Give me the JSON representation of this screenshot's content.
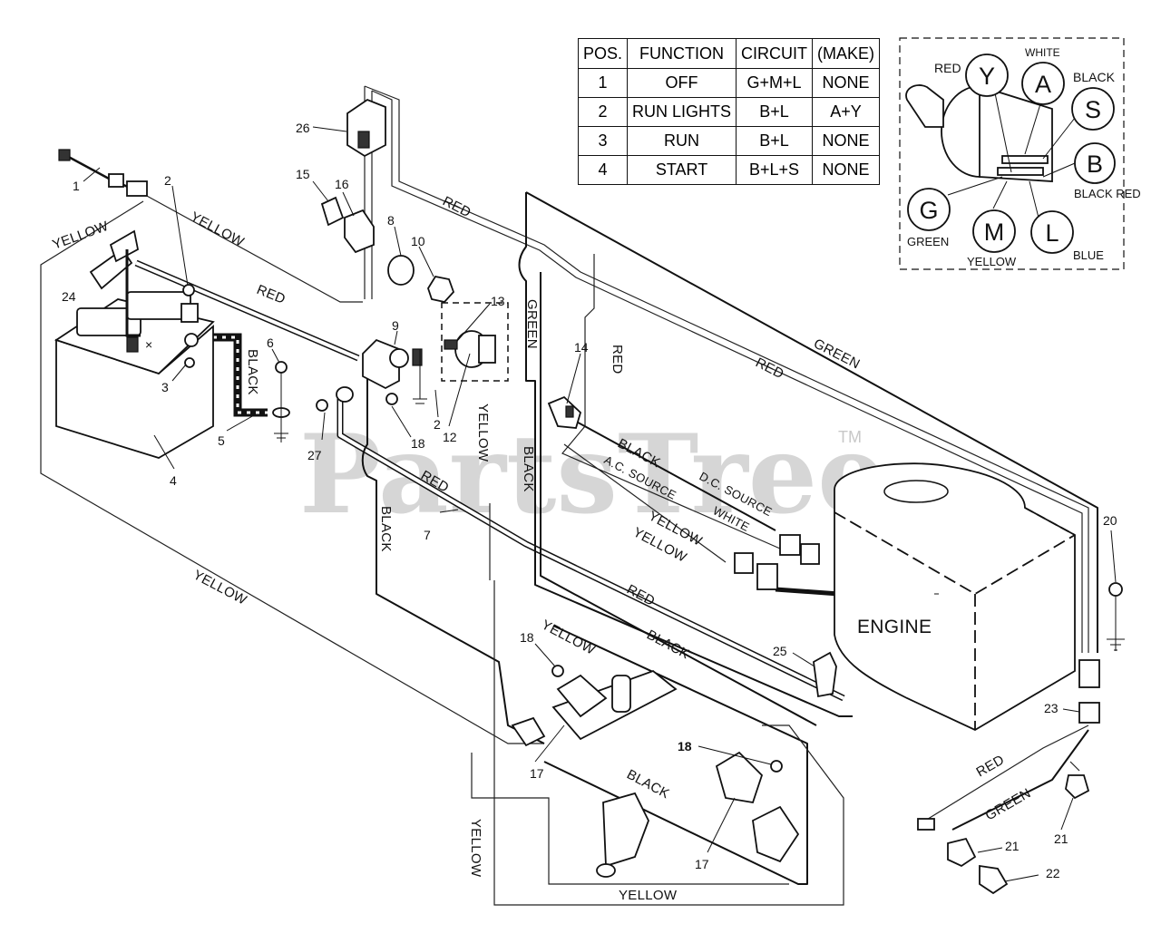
{
  "watermark": "PartsTree",
  "trademark": "TM",
  "switch_table": {
    "headers": [
      "POS.",
      "FUNCTION",
      "CIRCUIT",
      "(MAKE)"
    ],
    "rows": [
      [
        "1",
        "OFF",
        "G+M+L",
        "NONE"
      ],
      [
        "2",
        "RUN LIGHTS",
        "B+L",
        "A+Y"
      ],
      [
        "3",
        "RUN",
        "B+L",
        "NONE"
      ],
      [
        "4",
        "START",
        "B+L+S",
        "NONE"
      ]
    ]
  },
  "switch_terminals": {
    "Y": {
      "letter": "Y",
      "color": "RED"
    },
    "A": {
      "letter": "A",
      "color": "WHITE"
    },
    "S": {
      "letter": "S",
      "color": "BLACK"
    },
    "B": {
      "letter": "B",
      "color": "BLACK RED"
    },
    "G": {
      "letter": "G",
      "color": "GREEN"
    },
    "M": {
      "letter": "M",
      "color": "YELLOW"
    },
    "L": {
      "letter": "L",
      "color": "BLUE"
    }
  },
  "wire_labels": {
    "yellow": "YELLOW",
    "red": "RED",
    "black": "BLACK",
    "green": "GREEN",
    "white": "WHITE",
    "ac_source": "A.C. SOURCE",
    "dc_source": "D.C. SOURCE"
  },
  "engine_label": "ENGINE",
  "part_numbers": {
    "p1": "1",
    "p2": "2",
    "p3": "3",
    "p4": "4",
    "p5": "5",
    "p6": "6",
    "p7": "7",
    "p8": "8",
    "p9": "9",
    "p10": "10",
    "p12": "12",
    "p13": "13",
    "p14": "14",
    "p15": "15",
    "p16": "16",
    "p17": "17",
    "p18": "18",
    "p20": "20",
    "p21": "21",
    "p22": "22",
    "p23": "23",
    "p24": "24",
    "p25": "25",
    "p26": "26",
    "p27": "27"
  }
}
